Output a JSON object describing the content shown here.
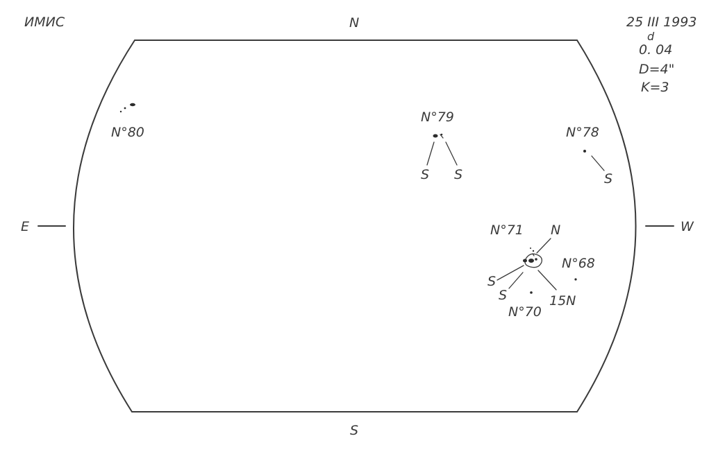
{
  "header": {
    "institute": "ИМИС",
    "date": "25 III 1993",
    "time_sup": "d",
    "time": "0. 04",
    "diameter": "D=4\"",
    "k_value": "K=3"
  },
  "compass": {
    "north": "N",
    "south": "S",
    "east": "E",
    "west": "W"
  },
  "groups": {
    "g80": {
      "label": "N°80"
    },
    "g79": {
      "label": "N°79",
      "polarity_left": "S",
      "polarity_right": "S"
    },
    "g78": {
      "label": "N°78",
      "polarity": "S"
    },
    "g71": {
      "label": "N°71",
      "polarity_n": "N",
      "polarity_s1": "S",
      "polarity_s2": "S",
      "extra": "15N"
    },
    "g68": {
      "label": "N°68"
    },
    "g70": {
      "label": "N°70"
    }
  }
}
